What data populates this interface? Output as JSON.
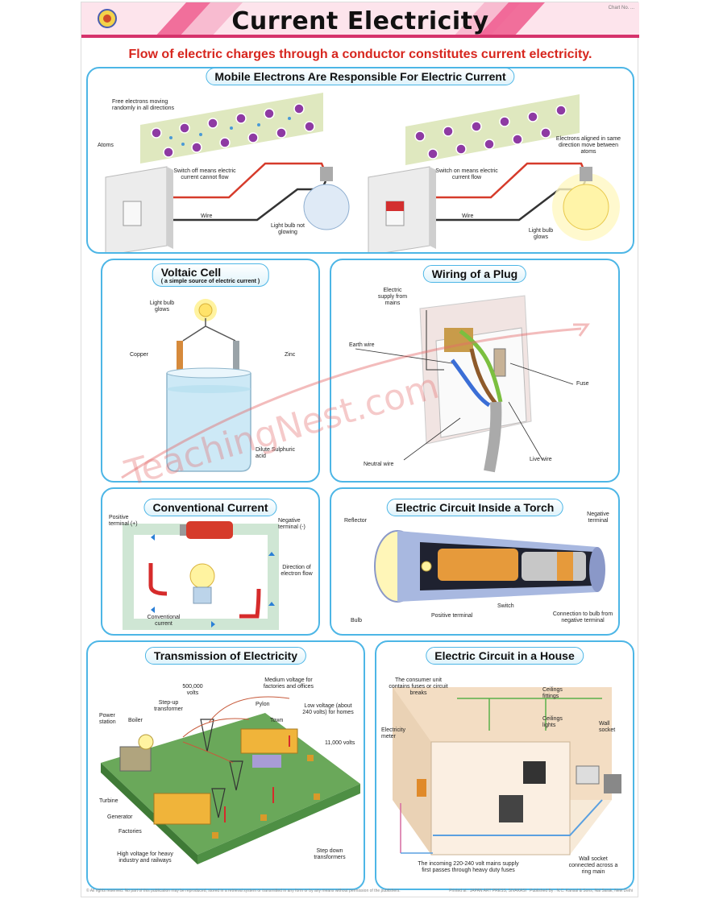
{
  "header": {
    "title": "Current Electricity",
    "code": "Chart No. ...",
    "subtitle": "Flow of electric charges through a conductor constitutes current electricity."
  },
  "panels": {
    "mobile": {
      "title": "Mobile Electrons Are Responsible For Electric Current",
      "labels": {
        "free_electrons": "Free electrons moving randomly in all directions",
        "atoms": "Atoms",
        "switch_off": "Switch off means electric current cannot flow",
        "wire_left": "Wire",
        "bulb_off": "Light bulb not glowing",
        "electrons_aligned": "Electrons aligned in same direction move between atoms",
        "switch_on": "Switch on means electric current flow",
        "wire_right": "Wire",
        "bulb_on": "Light bulb glows"
      }
    },
    "voltaic": {
      "title": "Voltaic Cell",
      "subtitle": "( a simple source of electric current )",
      "labels": {
        "bulb": "Light bulb glows",
        "copper": "Copper",
        "zinc": "Zinc",
        "acid": "Dilute Sulphuric acid"
      }
    },
    "plug": {
      "title": "Wiring of a Plug",
      "labels": {
        "supply": "Electric supply from mains",
        "earth": "Earth wire",
        "fuse": "Fuse",
        "neutral": "Neutral wire",
        "live": "Live wire"
      }
    },
    "conventional": {
      "title": "Conventional Current",
      "labels": {
        "positive": "Positive terminal (+)",
        "negative": "Negative terminal (-)",
        "direction": "Direction of electron flow",
        "conventional": "Conventional current"
      }
    },
    "torch": {
      "title": "Electric Circuit Inside a Torch",
      "labels": {
        "reflector": "Reflector",
        "negative": "Negative terminal",
        "switch": "Switch",
        "bulb": "Bulb",
        "positive": "Positive terminal",
        "connection": "Connection to bulb from negative terminal"
      }
    },
    "transmission": {
      "title": "Transmission of Electricity",
      "labels": {
        "volts_500k": "500,000 volts",
        "medium": "Medium voltage for factories and offices",
        "stepup": "Step-up transformer",
        "pylon": "Pylon",
        "power_station": "Power station",
        "boiler": "Boiler",
        "town": "Town",
        "low_voltage": "Low voltage (about 240 volts) for homes",
        "volts_11k": "11,000 volts",
        "turbine": "Turbine",
        "generator": "Generator",
        "factories": "Factories",
        "high_voltage": "High voltage for heavy industry and railways",
        "stepdown": "Step down transformers"
      }
    },
    "house": {
      "title": "Electric Circuit in a House",
      "labels": {
        "consumer": "The consumer unit contains fuses or circuit breaks",
        "ceilings_fittings": "Ceilings fittings",
        "ceilings_lights": "Ceilings lights",
        "meter": "Electricity meter",
        "wall_socket": "Wall socket",
        "incoming": "The incoming 220-240 volt mains supply first passes through heavy duty fuses",
        "ring_main": "Wall socket connected across a ring main"
      }
    }
  },
  "footer": {
    "left": "© All rights reserved. No part of this publication may be reproduced, stored in a retrieval system or transmitted in any form or by any means without permission of the publishers.",
    "printed": "Printed at : JAPAN ART PRESS, SIVAKASI",
    "publisher": "Published By : N.C. Kansal & Sons, Nai Sarak, New Delhi"
  },
  "watermark": "TeachingNest.com",
  "colors": {
    "panel_border": "#4db6e6",
    "subtitle": "#d7261e",
    "wire_red": "#d63b2b"
  }
}
